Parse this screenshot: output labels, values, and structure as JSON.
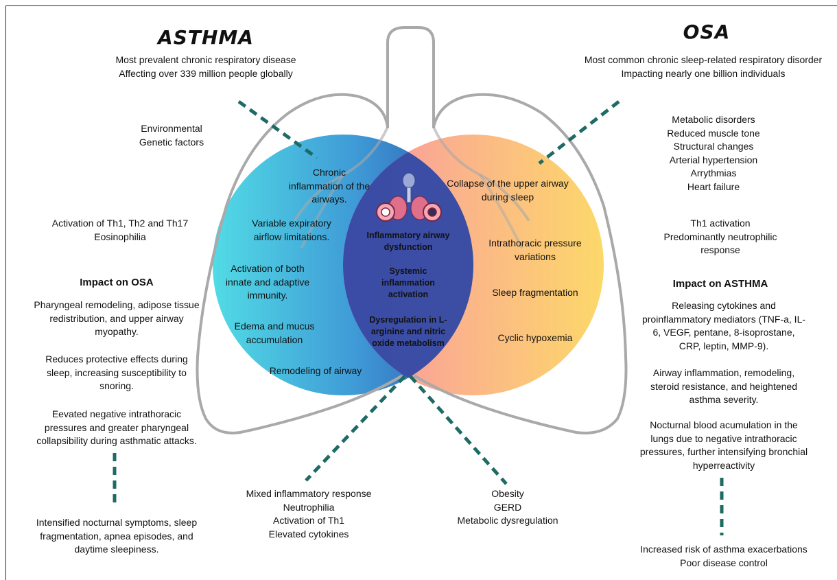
{
  "asthma": {
    "title": "ASTHMA",
    "subtitle": "Most prevalent chronic respiratory disease\nAffecting over 339 million people globally",
    "risk_factors": "Environmental\nGenetic factors",
    "immunology": "Activation of Th1, Th2 and Th17\nEosinophilia",
    "impact_heading": "Impact on OSA",
    "impact_items": [
      "Pharyngeal remodeling, adipose tissue\nredistribution, and upper airway\nmyopathy.",
      "Reduces protective effects during\nsleep, increasing susceptibility to\nsnoring.",
      "Eevated negative intrathoracic\npressures and greater pharyngeal\ncollapsibility during asthmatic attacks."
    ],
    "outcome": "Intensified nocturnal symptoms, sleep\nfragmentation, apnea episodes, and\ndaytime sleepiness.",
    "circle_items": [
      "Chronic\ninflammation of the\nairways.",
      "Variable expiratory\nairflow limitations.",
      "Activation of both\ninnate and adaptive\nimmunity.",
      "Edema and mucus\naccumulation",
      "Remodeling of airway"
    ],
    "color_light": "#4fd6e4",
    "color_dark": "#2f62b5"
  },
  "osa": {
    "title": "OSA",
    "subtitle": "Most common chronic sleep-related respiratory disorder\nImpacting nearly one billion individuals",
    "risk_factors": "Metabolic disorders\nReduced muscle tone\nStructural changes\nArterial hypertension\nArrythmias\nHeart failure",
    "immunology": "Th1 activation\nPredominantly neutrophilic\nresponse",
    "impact_heading": "Impact on  ASTHMA",
    "impact_items": [
      "Releasing cytokines and\nproinflammatory mediators (TNF-a, IL-\n6, VEGF, pentane, 8-isoprostane,\nCRP, leptin, MMP-9).",
      "Airway inflammation, remodeling,\nsteroid resistance, and heightened\nasthma severity.",
      "Nocturnal blood acumulation in the\nlungs due to negative intrathoracic\npressures, further intensifying bronchial\nhyperreactivity"
    ],
    "outcome": "Increased risk of asthma exacerbations\nPoor disease control",
    "circle_items": [
      "Collapse of the upper airway\nduring sleep",
      "Intrathoracic pressure\nvariations",
      "Sleep fragmentation",
      "Cyclic hypoxemia"
    ],
    "color_pink": "#f99aaa",
    "color_yellow": "#fbd06c"
  },
  "overlap": {
    "items": [
      "Inflammatory airway\ndysfunction",
      "Systemic\ninflammation\nactivation",
      "Dysregulation in L-\narginine and nitric\noxide metabolism"
    ],
    "color": "#2b46a6",
    "icon": "respiratory-system-icon"
  },
  "bottom_left": "Mixed inflammatory response\nNeutrophilia\nActivation of Th1\nElevated cytokines",
  "bottom_right": "Obesity\nGERD\nMetabolic dysregulation",
  "dash_color": "#1e6a64",
  "lung_outline_color": "#a9a9a9"
}
